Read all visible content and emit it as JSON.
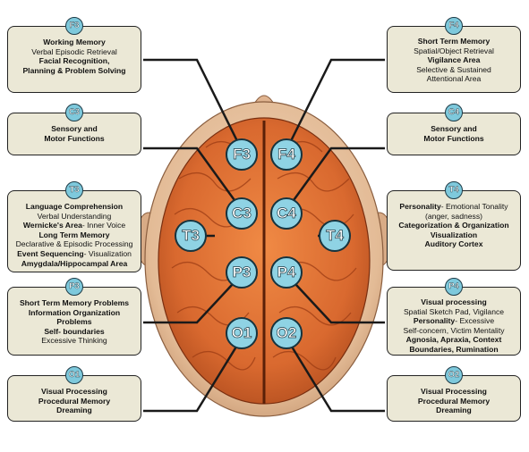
{
  "colors": {
    "box_fill": "#ebe8d6",
    "node_fill": "#8fd3e4",
    "brain": "#d9692f",
    "skin": "#e9c7a8"
  },
  "regions": {
    "f3": {
      "tag": "F3",
      "node": "F3",
      "lines": [
        {
          "text": "Working Memory",
          "bold": true
        },
        {
          "text": "Verbal Episodic Retrieval",
          "bold": false
        },
        {
          "text": "Facial Recognition,",
          "bold": true
        },
        {
          "text": "Planning & Problem Solving",
          "bold": true
        }
      ]
    },
    "f4": {
      "tag": "F4",
      "node": "F4",
      "lines": [
        {
          "text": "Short Term Memory",
          "bold": true
        },
        {
          "text": "Spatial/Object Retrieval",
          "bold": false
        },
        {
          "text": "Vigilance Area",
          "bold": true
        },
        {
          "text": "Selective & Sustained",
          "bold": false
        },
        {
          "text": "Attentional Area",
          "bold": false
        }
      ]
    },
    "c3": {
      "tag": "C3",
      "node": "C3",
      "lines": [
        {
          "text": "Sensory and",
          "bold": true
        },
        {
          "text": "Motor Functions",
          "bold": true
        }
      ]
    },
    "c4": {
      "tag": "C4",
      "node": "C4",
      "lines": [
        {
          "text": "Sensory and",
          "bold": true
        },
        {
          "text": "Motor Functions",
          "bold": true
        }
      ]
    },
    "t3": {
      "tag": "T3",
      "node": "T3",
      "lines": [
        {
          "parts": [
            {
              "text": "Language Comprehension",
              "bold": true
            }
          ]
        },
        {
          "parts": [
            {
              "text": "Verbal Understanding",
              "bold": false
            }
          ]
        },
        {
          "parts": [
            {
              "text": "Wernicke's Area",
              "bold": true
            },
            {
              "text": "- Inner Voice",
              "bold": false
            }
          ]
        },
        {
          "parts": [
            {
              "text": "Long Term Memory",
              "bold": true
            }
          ]
        },
        {
          "parts": [
            {
              "text": "Declarative & Episodic Processing",
              "bold": false
            }
          ]
        },
        {
          "parts": [
            {
              "text": "Event Sequencing",
              "bold": true
            },
            {
              "text": "- Visualization",
              "bold": false
            }
          ]
        },
        {
          "parts": [
            {
              "text": "Amygdala/Hippocampal Area",
              "bold": true
            }
          ]
        }
      ]
    },
    "t4": {
      "tag": "T4",
      "node": "T4",
      "lines": [
        {
          "parts": [
            {
              "text": "Personality",
              "bold": true
            },
            {
              "text": "- Emotional Tonality",
              "bold": false
            }
          ]
        },
        {
          "parts": [
            {
              "text": "(anger, sadness)",
              "bold": false
            }
          ]
        },
        {
          "parts": [
            {
              "text": "Categorization & Organization",
              "bold": true
            }
          ]
        },
        {
          "parts": [
            {
              "text": "Visualization",
              "bold": true
            }
          ]
        },
        {
          "parts": [
            {
              "text": "Auditory Cortex",
              "bold": true
            }
          ]
        }
      ]
    },
    "p3": {
      "tag": "P3",
      "node": "P3",
      "lines": [
        {
          "parts": [
            {
              "text": "Short Term Memory Problems",
              "bold": true
            }
          ]
        },
        {
          "parts": [
            {
              "text": "Information Organization",
              "bold": true
            }
          ]
        },
        {
          "parts": [
            {
              "text": "Problems",
              "bold": true
            }
          ]
        },
        {
          "parts": [
            {
              "text": "Self- boundaries",
              "bold": true
            }
          ]
        },
        {
          "parts": [
            {
              "text": "Excessive Thinking",
              "bold": false
            }
          ]
        }
      ]
    },
    "p4": {
      "tag": "P4",
      "node": "P4",
      "lines": [
        {
          "parts": [
            {
              "text": "Visual processing",
              "bold": true
            }
          ]
        },
        {
          "parts": [
            {
              "text": "Spatial Sketch Pad, Vigilance",
              "bold": false
            }
          ]
        },
        {
          "parts": [
            {
              "text": "Personality",
              "bold": true
            },
            {
              "text": "- Excessive",
              "bold": false
            }
          ]
        },
        {
          "parts": [
            {
              "text": "Self-concern, Victim Mentality",
              "bold": false
            }
          ]
        },
        {
          "parts": [
            {
              "text": "Agnosia, Apraxia, Context",
              "bold": true
            }
          ]
        },
        {
          "parts": [
            {
              "text": "Boundaries, Rumination",
              "bold": true
            }
          ]
        }
      ]
    },
    "o1": {
      "tag": "O1",
      "node": "O1",
      "lines": [
        {
          "text": "Visual Processing",
          "bold": true
        },
        {
          "text": "Procedural Memory",
          "bold": true
        },
        {
          "text": "Dreaming",
          "bold": true
        }
      ]
    },
    "o2": {
      "tag": "O2",
      "node": "O2",
      "lines": [
        {
          "text": "Visual Processing",
          "bold": true
        },
        {
          "text": "Procedural Memory",
          "bold": true
        },
        {
          "text": "Dreaming",
          "bold": true
        }
      ]
    }
  }
}
